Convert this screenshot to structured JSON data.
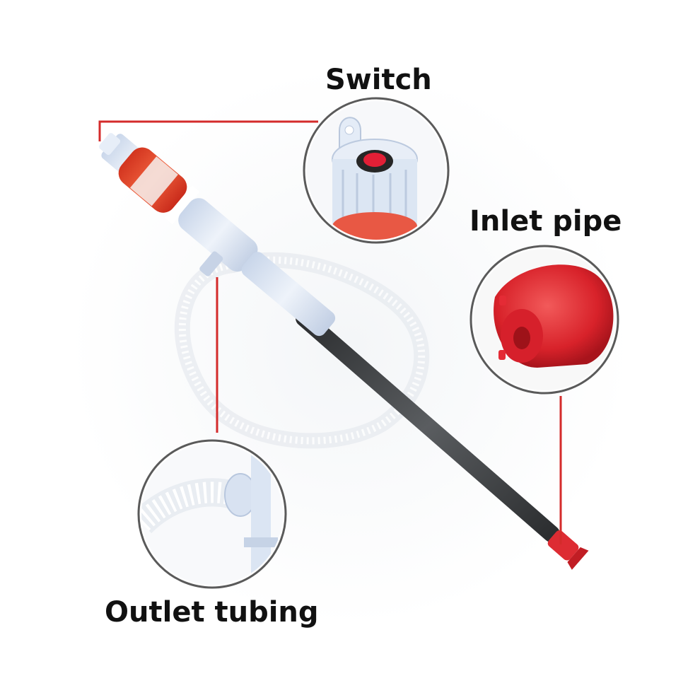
{
  "labels": {
    "switch": "Switch",
    "inlet": "Inlet pipe",
    "outlet": "Outlet tubing"
  },
  "colors": {
    "callout_line": "#d42b2b",
    "pump_body": "#dbe5f3",
    "pump_red": "#e8452f",
    "pipe": "#3f4143",
    "tip": "#e03037"
  },
  "icons": {
    "switch_detail": "switch-closeup-icon",
    "inlet_detail": "inlet-closeup-icon",
    "outlet_detail": "outlet-closeup-icon"
  }
}
